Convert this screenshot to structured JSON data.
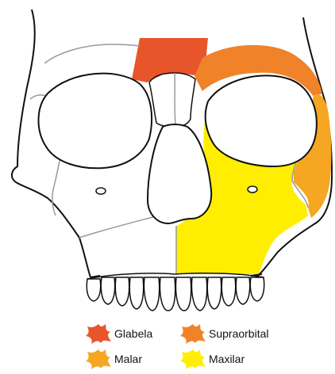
{
  "colors": {
    "glabela": "#E8552B",
    "supraorbital": "#F0822A",
    "malar": "#F5A623",
    "maxilar": "#FFEE00",
    "outline": "#111111",
    "suture": "#9a9a9a"
  },
  "legend": [
    {
      "key": "glabela",
      "label": "Glabela"
    },
    {
      "key": "supraorbital",
      "label": "Supraorbital"
    },
    {
      "key": "malar",
      "label": "Malar"
    },
    {
      "key": "maxilar",
      "label": "Maxilar"
    }
  ]
}
